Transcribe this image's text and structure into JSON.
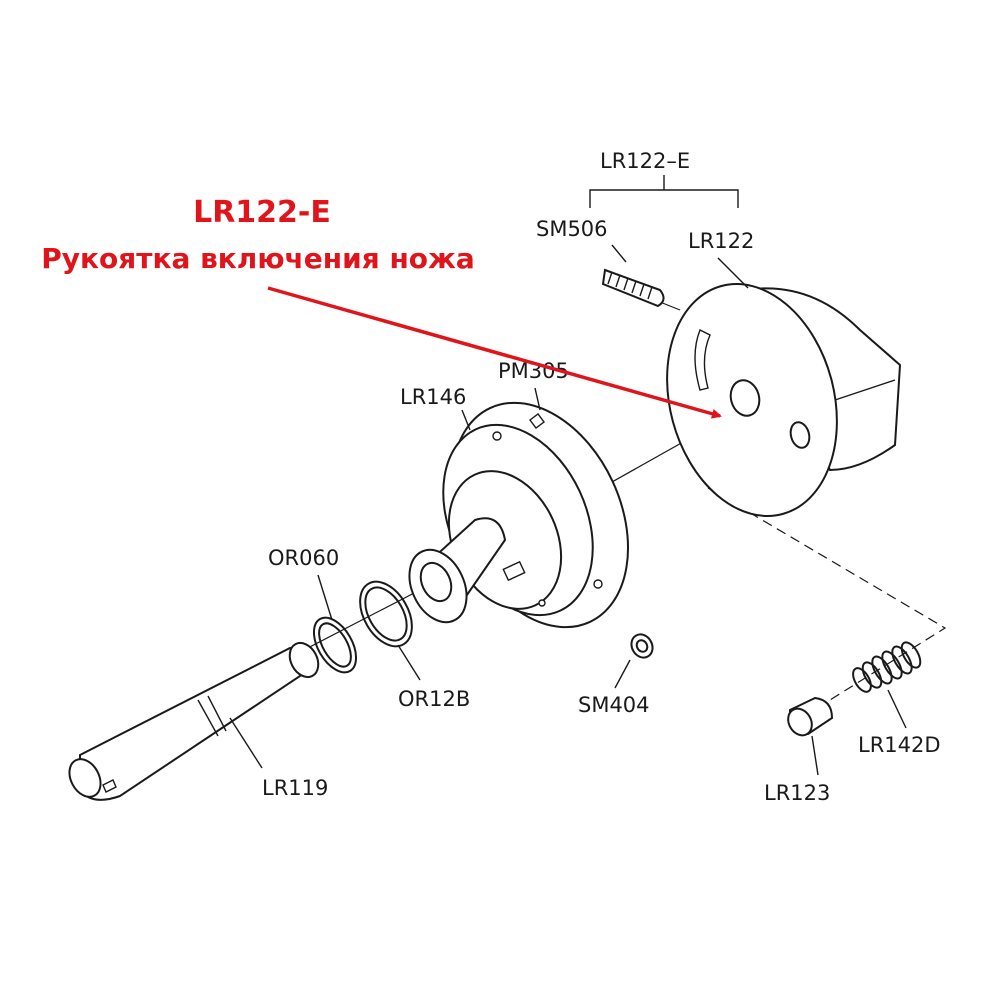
{
  "annotation": {
    "code": "LR122-E",
    "description": "Рукоятка включения ножа",
    "color": "#e0141b"
  },
  "labels": {
    "assembly": "LR122–E",
    "sm506": "SM506",
    "lr122": "LR122",
    "pm305": "PM305",
    "lr146": "LR146",
    "or060": "OR060",
    "or12b": "OR12B",
    "sm404": "SM404",
    "lr119": "LR119",
    "lr123": "LR123",
    "lr142d": "LR142D"
  },
  "colors": {
    "line": "#1a1a1a",
    "fill": "#ffffff"
  }
}
